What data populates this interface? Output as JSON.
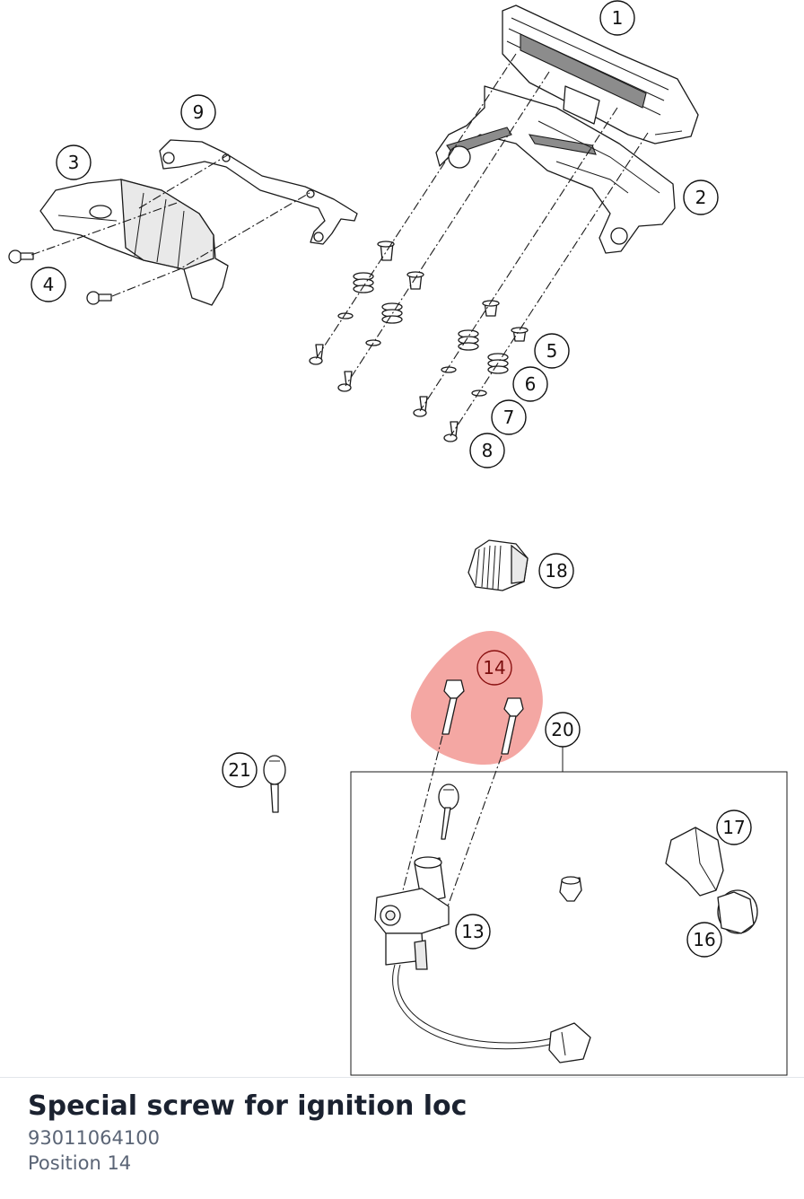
{
  "diagram": {
    "callouts": [
      "1",
      "2",
      "3",
      "4",
      "5",
      "6",
      "7",
      "8",
      "9",
      "13",
      "14",
      "16",
      "17",
      "18",
      "20",
      "21"
    ],
    "selected_callout": "14",
    "highlight_color": "#f4a7a3"
  },
  "info": {
    "title": "Special screw for ignition loc",
    "part_number": "93011064100",
    "position": "Position 14"
  }
}
